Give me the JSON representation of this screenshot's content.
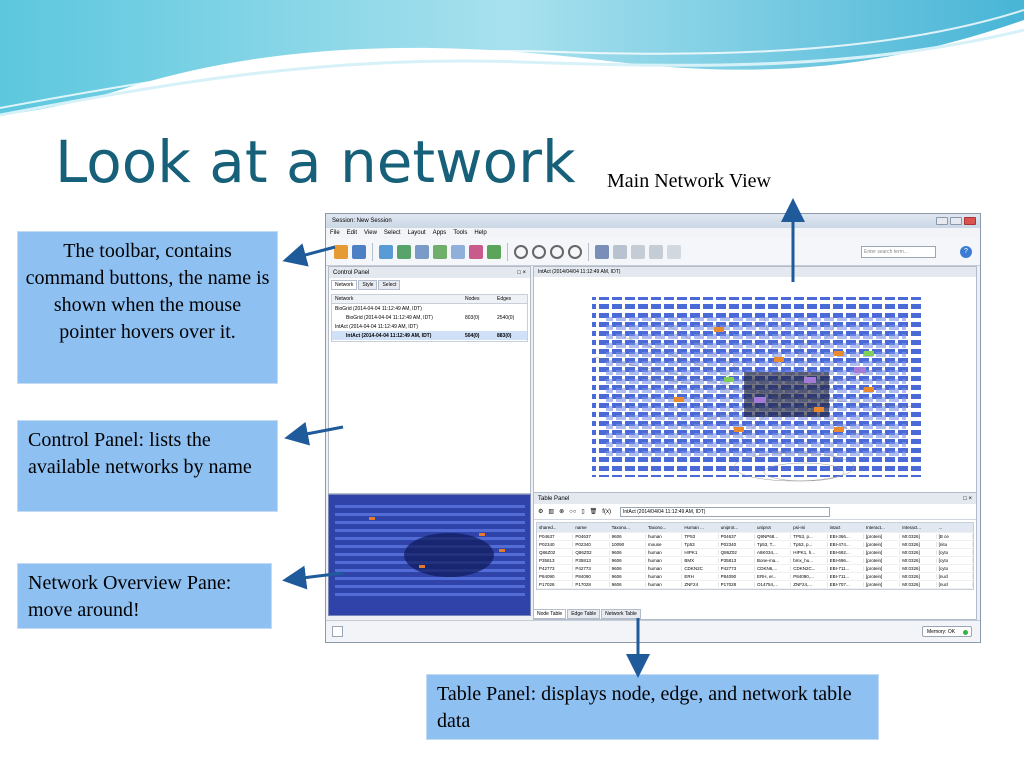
{
  "slide": {
    "title": "Look at a network",
    "main_view_label": "Main Network View",
    "callouts": {
      "toolbar": "The toolbar,  contains command buttons,  the name is shown when the mouse pointer hovers over it.",
      "control_panel": "Control Panel: lists the available networks by name",
      "overview": "Network Overview Pane: move around!",
      "table_panel": "Table Panel: displays node,  edge,  and network table data"
    },
    "colors": {
      "title": "#17607a",
      "callout_bg": "#8ec0f2",
      "arrow": "#1f5a9a"
    }
  },
  "app": {
    "window_title": "Session: New Session",
    "menu": [
      "File",
      "Edit",
      "View",
      "Select",
      "Layout",
      "Apps",
      "Tools",
      "Help"
    ],
    "search_placeholder": "Enter search term...",
    "control_panel": {
      "title": "Control Panel",
      "close": "□ ×",
      "tabs": [
        "Network",
        "Style",
        "Select"
      ],
      "columns": [
        "Network",
        "Nodes",
        "Edges"
      ],
      "rows": [
        {
          "name": "BioGrid (2014-04-04 11:12:49 AM, IDT)",
          "nodes": "",
          "edges": ""
        },
        {
          "name": "BioGrid (2014-04-04 11:12:49 AM, IDT)",
          "nodes": "803(0)",
          "edges": "2540(0)"
        },
        {
          "name": "IntAct (2014-04-04 11:12:49 AM, IDT)",
          "nodes": "",
          "edges": ""
        },
        {
          "name": "IntAct (2014-04-04 11:12:49 AM, IDT)",
          "nodes": "504(0)",
          "edges": "883(0)"
        }
      ]
    },
    "network_view": {
      "title": "IntAct (2014/04/04 11:12:49 AM, IDT)"
    },
    "table_panel": {
      "title": "Table Panel",
      "close": "□ ×",
      "selected_table": "IntAct (2014/04/04 11:12:49 AM, IDT)",
      "fx": "f(x)",
      "columns": [
        "shared...",
        "name",
        "Taxono...",
        "Taxono...",
        "Human ...",
        "uniprot...",
        "uniprot",
        "psi-mi",
        "intact",
        "Interact...",
        "Interact...",
        "..."
      ],
      "rows": [
        [
          "P04637",
          "P04637",
          "9606",
          "human",
          "TP53",
          "P04637",
          "Q9NP68...",
          "TP53, p...",
          "EBI-366...",
          "[protein]",
          "MI:0326]",
          "[B ce"
        ],
        [
          "P02340",
          "P02340",
          "10090",
          "mouse",
          "Tp53",
          "P02340",
          "Tp53, T...",
          "Tp53, p...",
          "EBI-474...",
          "[protein]",
          "MI:0326]",
          "[nitu"
        ],
        [
          "Q86Z02",
          "Q86Z02",
          "9606",
          "human",
          "HIPK1",
          "Q86Z02",
          "A8K034,...",
          "HIPK1, h...",
          "EBI-692...",
          "[protein]",
          "MI:0326]",
          "[cyto"
        ],
        [
          "P35813",
          "P35813",
          "9606",
          "human",
          "BMX",
          "P35813",
          "Bone-ma...",
          "bmx_hu...",
          "EBI-696...",
          "[protein]",
          "MI:0326]",
          "[cyto"
        ],
        [
          "P42773",
          "P42773",
          "9606",
          "human",
          "CDKN2C",
          "P42773",
          "CDKN6,...",
          "CDKN2C...",
          "EBI-711...",
          "[protein]",
          "MI:0326]",
          "[cyto"
        ],
        [
          "P84090",
          "P84090",
          "9606",
          "human",
          "ERH",
          "P84090",
          "ERH, er...",
          "P84090,...",
          "EBI-711...",
          "[protein]",
          "MI:0326]",
          "[nucl"
        ],
        [
          "P17028",
          "P17028",
          "9606",
          "human",
          "ZNF24",
          "P17028",
          "O14754,...",
          "ZNF24,...",
          "EBI-707...",
          "[protein]",
          "MI:0326]",
          "[nucl"
        ]
      ],
      "tabs": [
        "Node Table",
        "Edge Table",
        "Network Table"
      ]
    },
    "status": {
      "memory": "Memory: OK"
    }
  }
}
